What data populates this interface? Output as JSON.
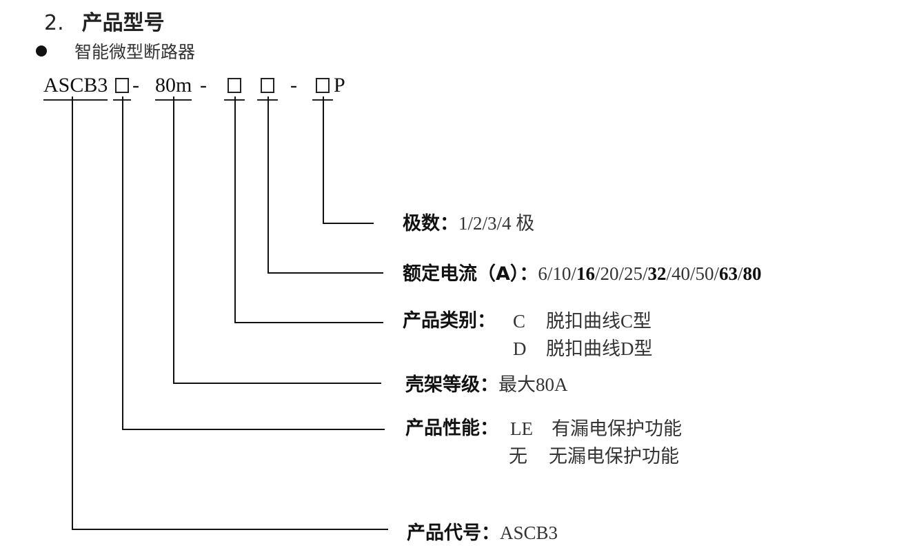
{
  "heading": {
    "number": "2.",
    "title": "产品型号"
  },
  "bullet": {
    "text": "智能微型断路器"
  },
  "model_code": {
    "prefix": "ASCB3",
    "dash1": "-",
    "frame": "80m",
    "dash2": "-",
    "dash3": "-",
    "suffix": "P"
  },
  "legend": [
    {
      "key": "poles",
      "label": "极数：",
      "value": "1/2/3/4 极"
    },
    {
      "key": "rated_current",
      "label": "额定电流（A）：",
      "values": [
        "6",
        "10",
        "16",
        "20",
        "25",
        "32",
        "40",
        "50",
        "63",
        "80"
      ],
      "bold_values": [
        "16",
        "32",
        "63",
        "80"
      ]
    },
    {
      "key": "category",
      "label": "产品类别：",
      "options": [
        {
          "code": "C",
          "desc": "脱扣曲线C型"
        },
        {
          "code": "D",
          "desc": "脱扣曲线D型"
        }
      ]
    },
    {
      "key": "frame",
      "label": "壳架等级：",
      "value": "最大80A"
    },
    {
      "key": "performance",
      "label": "产品性能：",
      "options": [
        {
          "code": "LE",
          "desc": "有漏电保护功能"
        },
        {
          "code": "无",
          "desc": "无漏电保护功能"
        }
      ]
    },
    {
      "key": "product_code",
      "label": "产品代号：",
      "value": "ASCB3"
    }
  ],
  "colors": {
    "text": "#111111",
    "line": "#111111",
    "background": "#ffffff"
  }
}
